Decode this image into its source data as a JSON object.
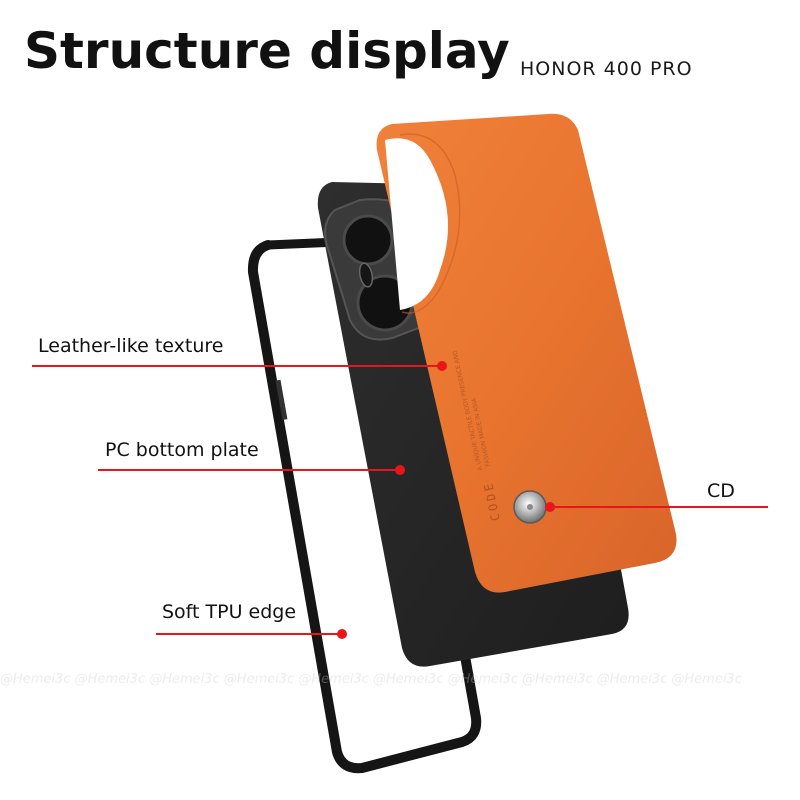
{
  "header": {
    "title": "Structure display",
    "model": "HONOR 400 PRO"
  },
  "callouts": {
    "leather": "Leather-like texture",
    "pc_plate": "PC bottom plate",
    "tpu_edge": "Soft TPU edge",
    "cd": "CD"
  },
  "watermark": "@Hemei3c @Hemei3c @Hemei3c @Hemei3c @Hemei3c @Hemei3c @Hemei3c @Hemei3c @Hemei3c @Hemei3c",
  "colors": {
    "accent_line": "#e8161b",
    "orange_leather": "#e8742f",
    "black_plate": "#262626",
    "tpu_frame": "#151515"
  },
  "icons": {
    "cd_disc": "cd-disc-icon",
    "camera_cutout": "camera-cutout-icon"
  }
}
